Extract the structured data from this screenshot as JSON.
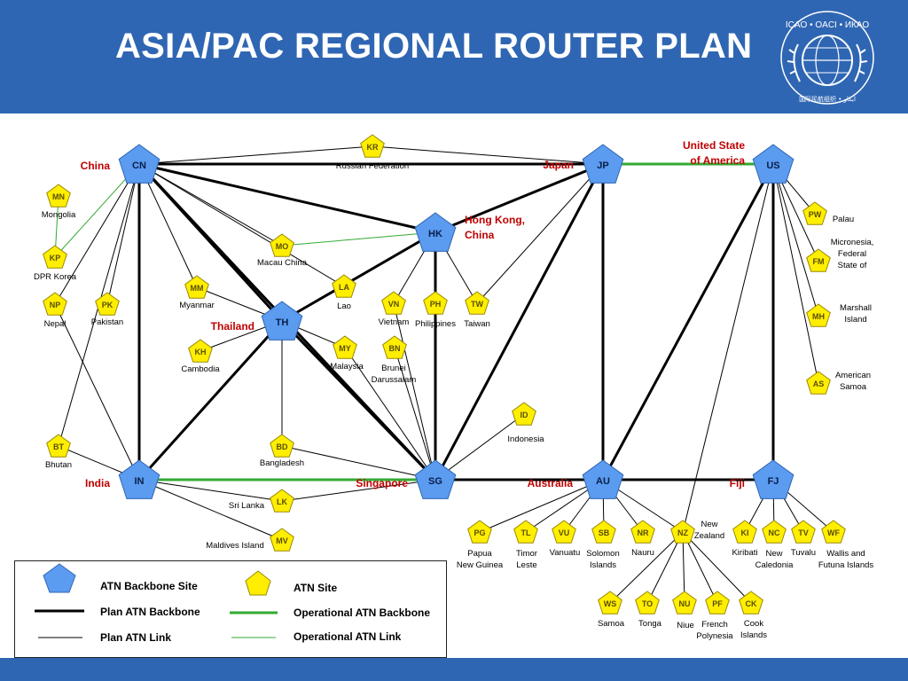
{
  "header": {
    "title": "ASIA/PAC REGIONAL ROUTER PLAN"
  },
  "logo": {
    "text": "ICAO • OACI • ИКАО",
    "bottom_text": "国际民航组织 • ايكاو"
  },
  "colors": {
    "header": "#2f66b3",
    "backbone_site": "#5b9bf0",
    "atn_site": "#ffee00",
    "region_label": "#c00000",
    "operational": "#33aa33",
    "plan": "#000000"
  },
  "backbone_sites": [
    {
      "id": "CN",
      "label": "China"
    },
    {
      "id": "JP",
      "label": "Japan"
    },
    {
      "id": "US",
      "label": "United State of America"
    },
    {
      "id": "HK",
      "label": "Hong Kong, China"
    },
    {
      "id": "TH",
      "label": "Thailand"
    },
    {
      "id": "IN",
      "label": "India"
    },
    {
      "id": "SG",
      "label": "Singapore"
    },
    {
      "id": "AU",
      "label": "Australia"
    },
    {
      "id": "FJ",
      "label": "Fiji"
    }
  ],
  "atn_sites": [
    {
      "id": "KR",
      "label": "Russian Federation"
    },
    {
      "id": "MN",
      "label": "Mongolia"
    },
    {
      "id": "KP",
      "label": "DPR Korea"
    },
    {
      "id": "MO",
      "label": "Macau China"
    },
    {
      "id": "MM",
      "label": "Myanmar"
    },
    {
      "id": "NP",
      "label": "Nepal"
    },
    {
      "id": "PK",
      "label": "Pakistan"
    },
    {
      "id": "LA",
      "label": "Lao"
    },
    {
      "id": "VN",
      "label": "Vietnam"
    },
    {
      "id": "PH",
      "label": "Philippines"
    },
    {
      "id": "TW",
      "label": "Taiwan"
    },
    {
      "id": "KH",
      "label": "Cambodia"
    },
    {
      "id": "MY",
      "label": "Malaysia"
    },
    {
      "id": "BN",
      "label": "Brunei Darussalam"
    },
    {
      "id": "ID",
      "label": "Indonesia"
    },
    {
      "id": "BT",
      "label": "Bhutan"
    },
    {
      "id": "BD",
      "label": "Bangladesh"
    },
    {
      "id": "LK",
      "label": "Sri Lanka"
    },
    {
      "id": "MV",
      "label": "Maldives Island"
    },
    {
      "id": "PW",
      "label": "Palau"
    },
    {
      "id": "FM",
      "label": "Micronesia, Federal State of"
    },
    {
      "id": "MH",
      "label": "Marshall Island"
    },
    {
      "id": "AS",
      "label": "American Samoa"
    },
    {
      "id": "PG",
      "label": "Papua New Guinea"
    },
    {
      "id": "TL",
      "label": "Timor Leste"
    },
    {
      "id": "VU",
      "label": "Vanuatu"
    },
    {
      "id": "SB",
      "label": "Solomon Islands"
    },
    {
      "id": "NR",
      "label": "Nauru"
    },
    {
      "id": "NZ",
      "label": "New Zealand"
    },
    {
      "id": "KI",
      "label": "Kiribati"
    },
    {
      "id": "NC",
      "label": "New Caledonia"
    },
    {
      "id": "TV",
      "label": "Tuvalu"
    },
    {
      "id": "WF",
      "label": "Wallis and Futuna Islands"
    },
    {
      "id": "WS",
      "label": "Samoa"
    },
    {
      "id": "TO",
      "label": "Tonga"
    },
    {
      "id": "NU",
      "label": "Niue"
    },
    {
      "id": "PF",
      "label": "French Polynesia"
    },
    {
      "id": "CK",
      "label": "Cook Islands"
    }
  ],
  "links": {
    "plan_backbone": [
      [
        "CN",
        "JP"
      ],
      [
        "CN",
        "HK"
      ],
      [
        "CN",
        "TH"
      ],
      [
        "CN",
        "IN"
      ],
      [
        "CN",
        "SG"
      ],
      [
        "HK",
        "JP"
      ],
      [
        "HK",
        "TH"
      ],
      [
        "HK",
        "SG"
      ],
      [
        "TH",
        "IN"
      ],
      [
        "TH",
        "SG"
      ],
      [
        "JP",
        "SG"
      ],
      [
        "JP",
        "AU"
      ],
      [
        "US",
        "AU"
      ],
      [
        "SG",
        "AU"
      ],
      [
        "AU",
        "FJ"
      ],
      [
        "US",
        "FJ"
      ]
    ],
    "operational_backbone": [
      [
        "JP",
        "US"
      ],
      [
        "IN",
        "SG"
      ]
    ],
    "plan_link": [
      [
        "CN",
        "KR"
      ],
      [
        "KR",
        "JP"
      ],
      [
        "CN",
        "MM"
      ],
      [
        "CN",
        "MO"
      ],
      [
        "CN",
        "LA"
      ],
      [
        "CN",
        "NP"
      ],
      [
        "CN",
        "BT"
      ],
      [
        "CN",
        "PK"
      ],
      [
        "HK",
        "VN"
      ],
      [
        "HK",
        "PH"
      ],
      [
        "HK",
        "TW"
      ],
      [
        "JP",
        "TW"
      ],
      [
        "TH",
        "MM"
      ],
      [
        "TH",
        "LA"
      ],
      [
        "TH",
        "KH"
      ],
      [
        "TH",
        "MY"
      ],
      [
        "TH",
        "BD"
      ],
      [
        "SG",
        "MY"
      ],
      [
        "SG",
        "BN"
      ],
      [
        "SG",
        "VN"
      ],
      [
        "SG",
        "ID"
      ],
      [
        "SG",
        "LK"
      ],
      [
        "SG",
        "BD"
      ],
      [
        "IN",
        "LK"
      ],
      [
        "IN",
        "BT"
      ],
      [
        "IN",
        "MV"
      ],
      [
        "IN",
        "NP"
      ],
      [
        "US",
        "PW"
      ],
      [
        "US",
        "FM"
      ],
      [
        "US",
        "MH"
      ],
      [
        "US",
        "AS"
      ],
      [
        "US",
        "NZ"
      ],
      [
        "AU",
        "PG"
      ],
      [
        "AU",
        "TL"
      ],
      [
        "AU",
        "VU"
      ],
      [
        "AU",
        "SB"
      ],
      [
        "AU",
        "NR"
      ],
      [
        "AU",
        "NZ"
      ],
      [
        "FJ",
        "KI"
      ],
      [
        "FJ",
        "NC"
      ],
      [
        "FJ",
        "TV"
      ],
      [
        "FJ",
        "WF"
      ],
      [
        "NZ",
        "WS"
      ],
      [
        "NZ",
        "TO"
      ],
      [
        "NZ",
        "NU"
      ],
      [
        "NZ",
        "PF"
      ],
      [
        "NZ",
        "CK"
      ]
    ],
    "operational_link": [
      [
        "CN",
        "KP"
      ],
      [
        "MO",
        "HK"
      ],
      [
        "MN",
        "KP"
      ]
    ]
  },
  "legend": {
    "backbone_site": "ATN Backbone Site",
    "atn_site": "ATN Site",
    "plan_backbone": "Plan ATN Backbone",
    "operational_backbone": "Operational ATN Backbone",
    "plan_link": "Plan ATN Link",
    "operational_link": "Operational ATN Link"
  }
}
